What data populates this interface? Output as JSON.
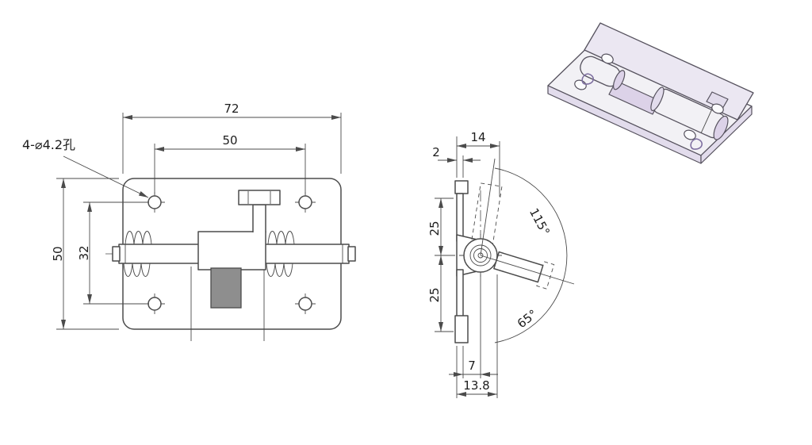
{
  "front_view": {
    "dim_width": "72",
    "dim_hole_span": "50",
    "label_holes": "4-⌀4.2孔",
    "dim_height": "50",
    "dim_hole_vspan": "32"
  },
  "side_view": {
    "dim_thickness": "2",
    "dim_top_width": "14",
    "dim_upper_half": "25",
    "dim_lower_half": "25",
    "angle_open": "115°",
    "angle_swing": "65°",
    "dim_pin_offset": "7",
    "dim_overall_depth": "13.8"
  },
  "colors": {
    "background": "#ffffff",
    "line": "#4b4b4b",
    "dark_fill": "#8e8e8e",
    "iso_body": "#f2f1f5",
    "iso_accent": "#dcd2e8"
  }
}
